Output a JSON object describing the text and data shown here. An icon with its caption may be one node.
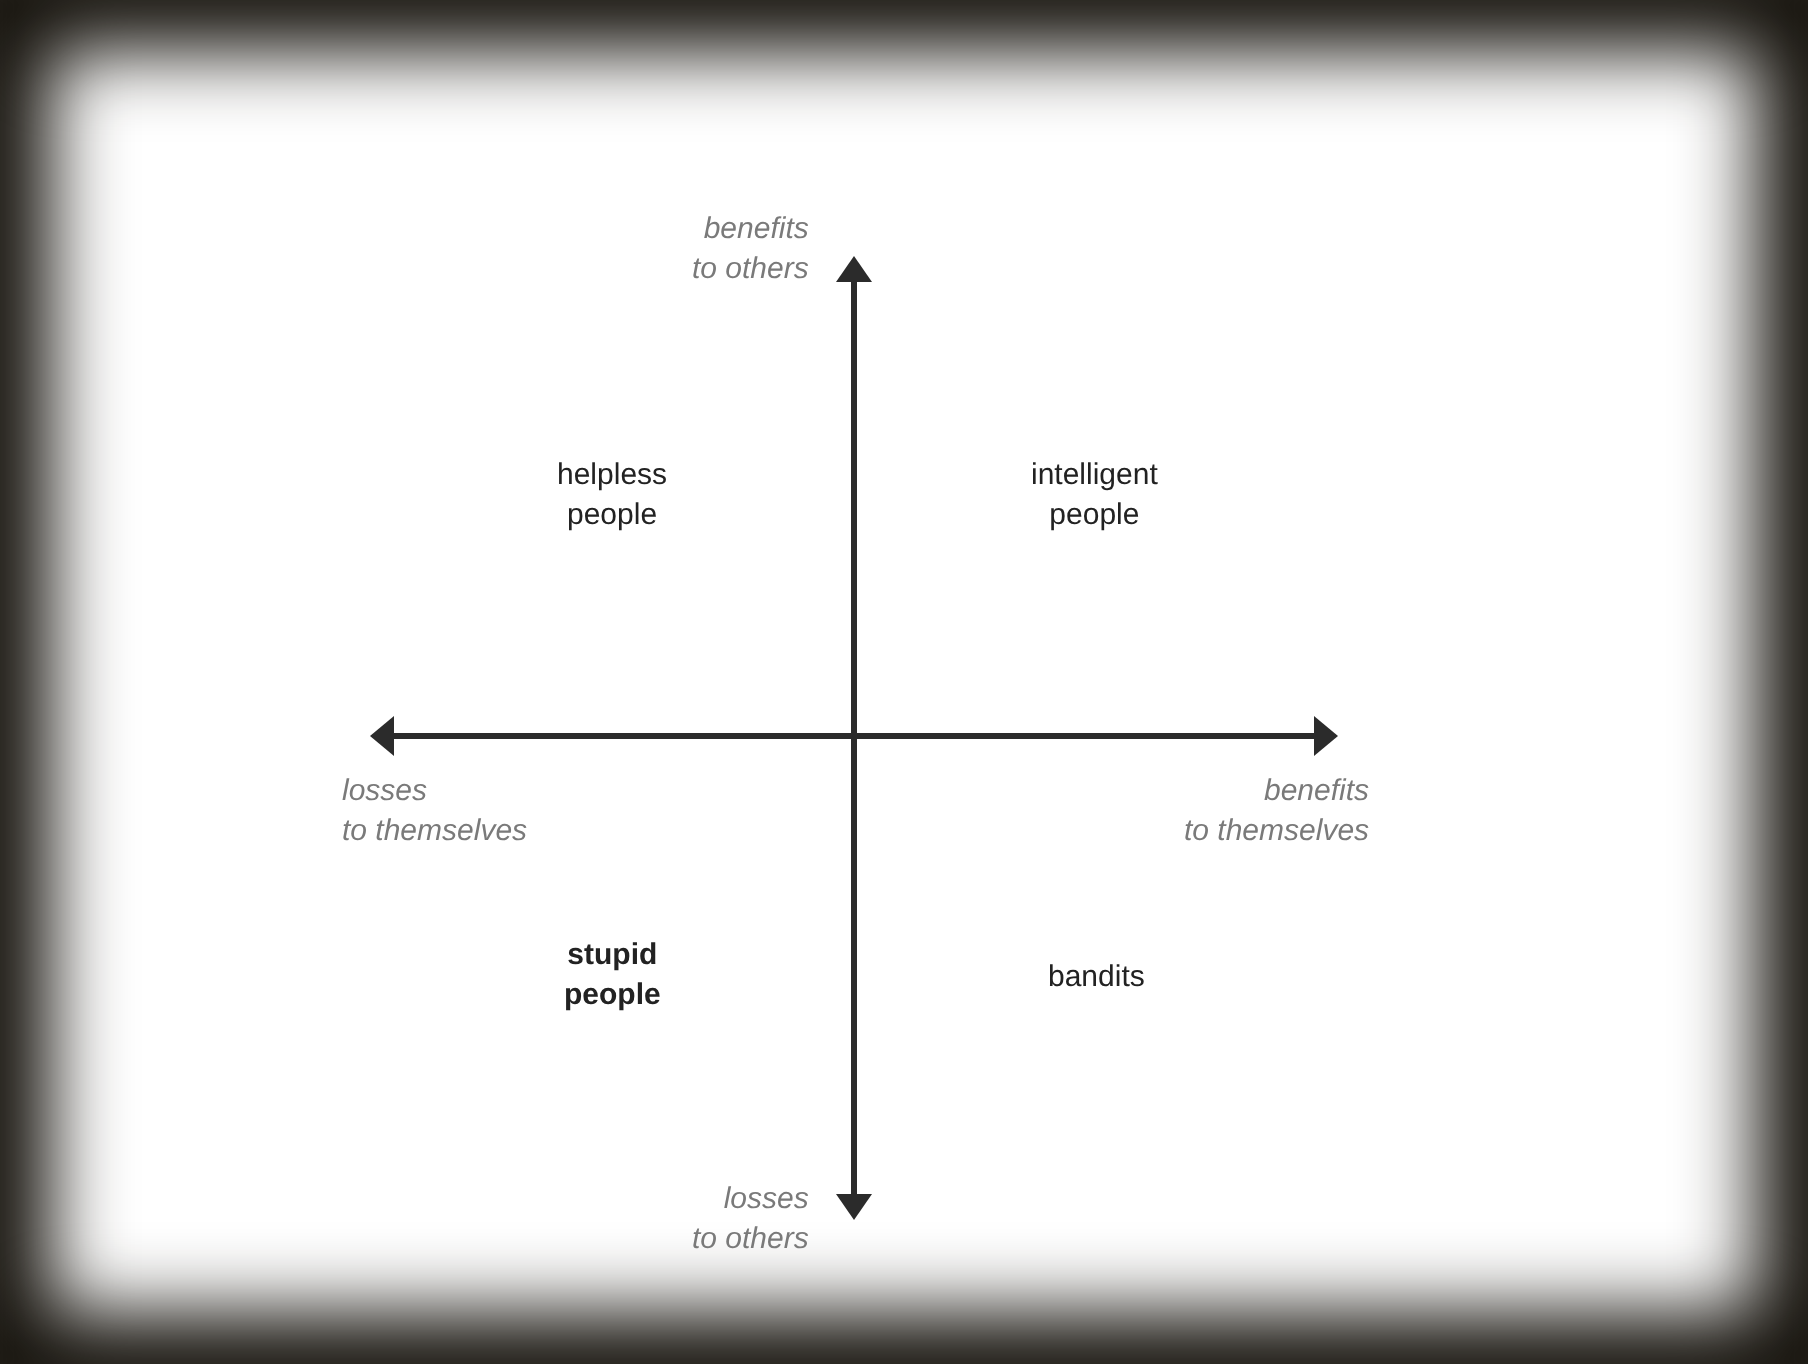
{
  "diagram": {
    "labels": [
      "benefits to others",
      "helpless people",
      "intelligent people",
      "losses to themselves",
      "benefits to themselves",
      "stupid people",
      "bandits",
      "losses to others"
    ]
  }
}
